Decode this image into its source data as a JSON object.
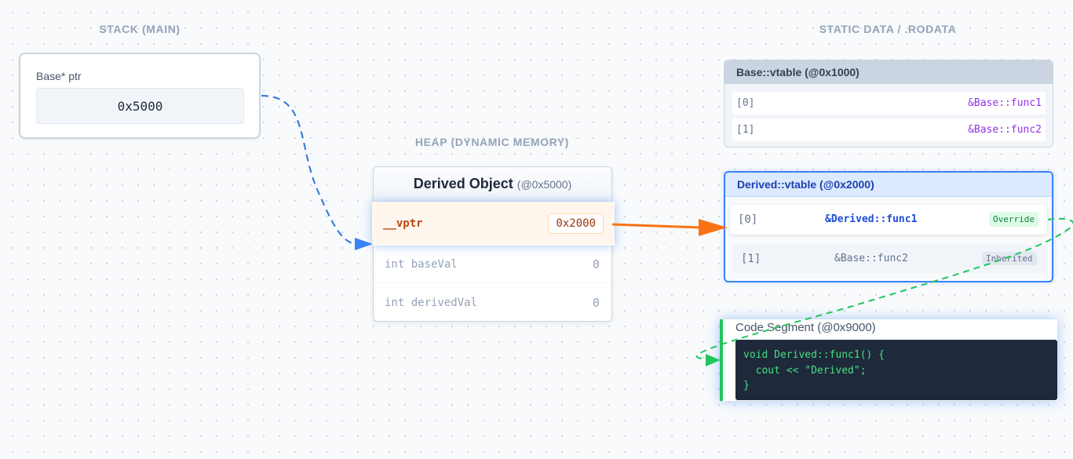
{
  "sections": {
    "stack": "STACK (MAIN)",
    "heap": "HEAP (DYNAMIC MEMORY)",
    "static": "STATIC DATA / .RODATA"
  },
  "stack_var": {
    "label": "Base* ptr",
    "value": "0x5000"
  },
  "heap_object": {
    "title": "Derived Object",
    "address": "(@0x5000)",
    "vptr": {
      "name": "__vptr",
      "value": "0x2000"
    },
    "fields": [
      {
        "name": "int baseVal",
        "value": "0"
      },
      {
        "name": "int derivedVal",
        "value": "0"
      }
    ]
  },
  "base_vtable": {
    "title": "Base::vtable (@0x1000)",
    "rows": [
      {
        "index": "[0]",
        "func": "&Base::func1"
      },
      {
        "index": "[1]",
        "func": "&Base::func2"
      }
    ]
  },
  "derived_vtable": {
    "title": "Derived::vtable (@0x2000)",
    "rows": [
      {
        "index": "[0]",
        "func": "&Derived::func1",
        "badge": "Override"
      },
      {
        "index": "[1]",
        "func": "&Base::func2",
        "badge": "Inherited"
      }
    ]
  },
  "code_segment": {
    "title": "Code Segment (@0x9000)",
    "code": "void Derived::func1() {\n  cout << \"Derived\";\n}"
  },
  "colors": {
    "stack_arrow": "#3b7ddd",
    "vptr_arrow": "#f97316",
    "code_arrow": "#22c55e",
    "accent_blue": "#3b82f6"
  }
}
